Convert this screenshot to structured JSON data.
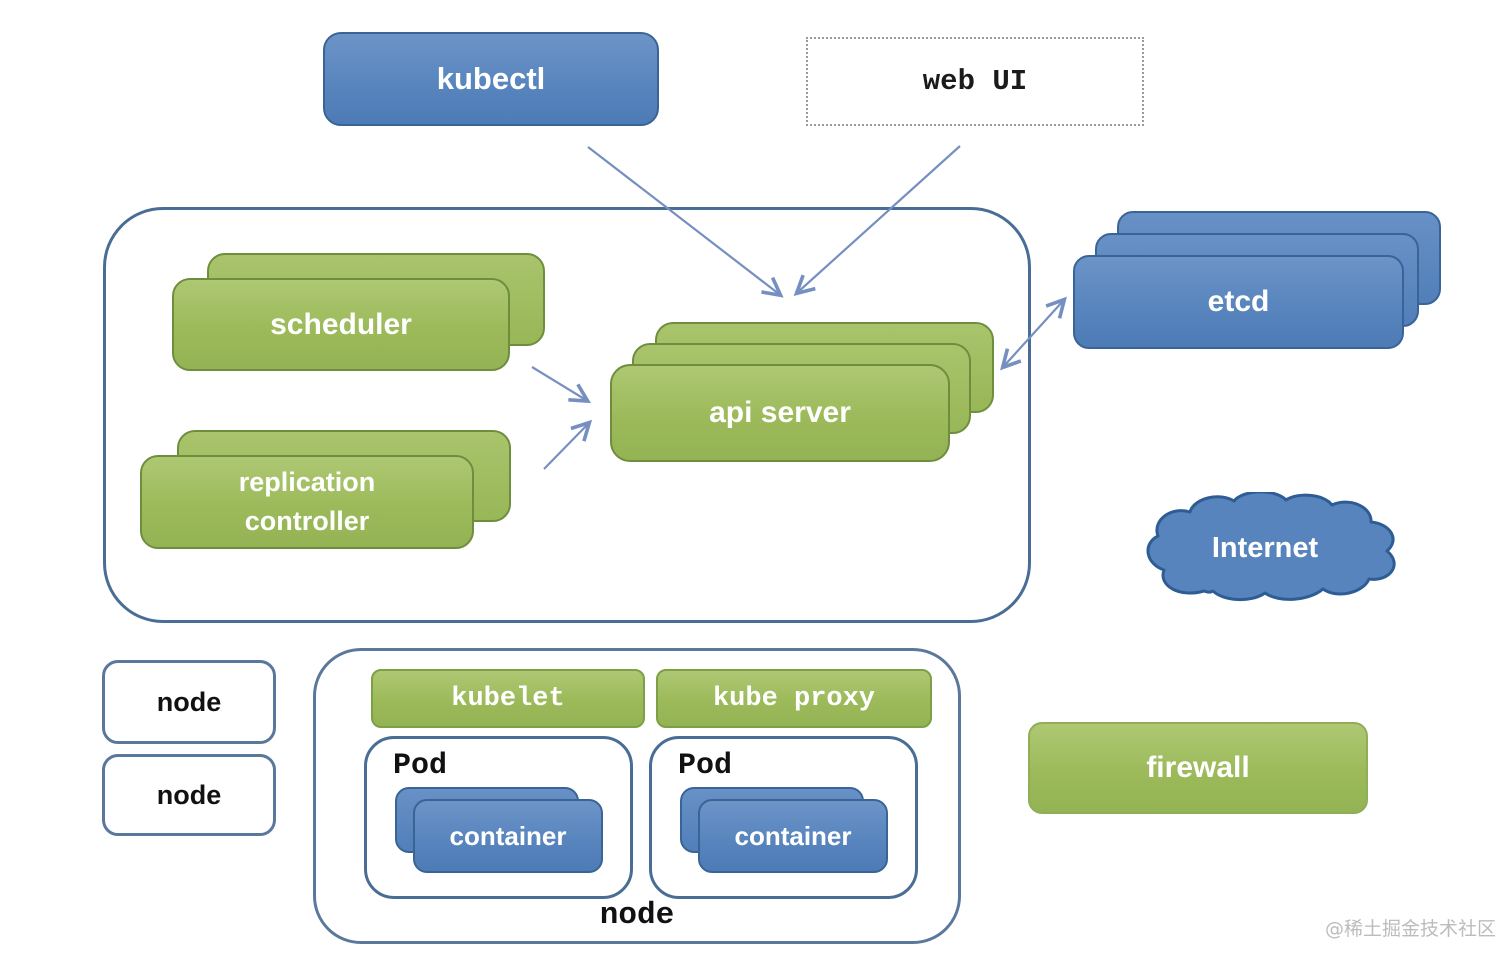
{
  "external": {
    "kubectl": "kubectl",
    "web_ui": "web UI",
    "etcd": "etcd",
    "internet": "Internet",
    "firewall": "firewall"
  },
  "master": {
    "scheduler": "scheduler",
    "replication_controller_line1": "replication",
    "replication_controller_line2": "controller",
    "api_server": "api server"
  },
  "nodes": {
    "left_node_1": "node",
    "left_node_2": "node",
    "detail_node": {
      "kubelet": "kubelet",
      "kube_proxy": "kube proxy",
      "pod_1": {
        "label": "Pod",
        "container": "container"
      },
      "pod_2": {
        "label": "Pod",
        "container": "container"
      },
      "node_label": "node"
    }
  },
  "connections": [
    {
      "from": "kubectl",
      "to": "api server",
      "bidirectional": false
    },
    {
      "from": "web UI",
      "to": "api server",
      "bidirectional": false
    },
    {
      "from": "scheduler",
      "to": "api server",
      "bidirectional": false
    },
    {
      "from": "replication controller",
      "to": "api server",
      "bidirectional": false
    },
    {
      "from": "api server",
      "to": "etcd",
      "bidirectional": true
    }
  ],
  "colors": {
    "green_fill": "#9cba5a",
    "green_border": "#6e8e3e",
    "blue_fill": "#5784bd",
    "blue_border": "#3a6496",
    "container_outline": "#4a6d96",
    "arrow": "#7590c0"
  },
  "watermark": "@稀土掘金技术社区"
}
